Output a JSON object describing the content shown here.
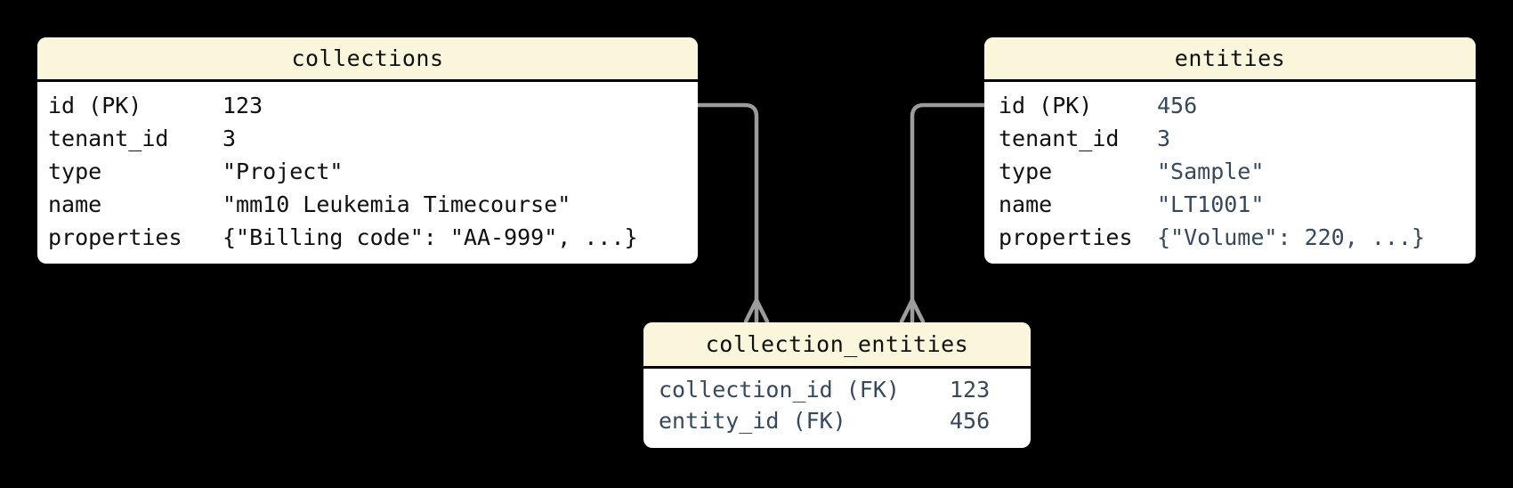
{
  "colors": {
    "background": "#000000",
    "table_header_bg": "#FAF6DC",
    "table_body_bg": "#FFFFFF",
    "divider": "#000000",
    "connector": "#9C9C9C",
    "text_primary": "#101010",
    "text_accent": "#35485E"
  },
  "tables": {
    "collections": {
      "title": "collections",
      "rows": [
        {
          "label": "id (PK)",
          "value": "123"
        },
        {
          "label": "tenant_id",
          "value": "3"
        },
        {
          "label": "type",
          "value": "\"Project\""
        },
        {
          "label": "name",
          "value": "\"mm10 Leukemia Timecourse\""
        },
        {
          "label": "properties",
          "value": "{\"Billing code\": \"AA-999\", ...}"
        }
      ]
    },
    "entities": {
      "title": "entities",
      "rows": [
        {
          "label": "id (PK)",
          "value": "456"
        },
        {
          "label": "tenant_id",
          "value": "3"
        },
        {
          "label": "type",
          "value": "\"Sample\""
        },
        {
          "label": "name",
          "value": "\"LT1001\""
        },
        {
          "label": "properties",
          "value": "{\"Volume\": 220, ...}"
        }
      ]
    },
    "collection_entities": {
      "title": "collection_entities",
      "rows": [
        {
          "label": "collection_id (FK)",
          "value": "123"
        },
        {
          "label": "entity_id (FK)",
          "value": "456"
        }
      ]
    }
  },
  "relationships": [
    {
      "from": "collections",
      "to": "collection_entities",
      "cardinality": "one-to-many"
    },
    {
      "from": "entities",
      "to": "collection_entities",
      "cardinality": "one-to-many"
    }
  ]
}
